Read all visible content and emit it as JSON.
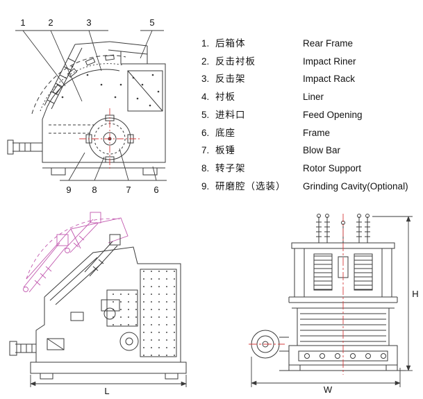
{
  "parts_list": {
    "items": [
      {
        "num": "1.",
        "cn": "后箱体",
        "en": "Rear Frame"
      },
      {
        "num": "2.",
        "cn": "反击衬板",
        "en": "Impact Riner"
      },
      {
        "num": "3.",
        "cn": "反击架",
        "en": "Impact Rack"
      },
      {
        "num": "4.",
        "cn": "衬板",
        "en": "Liner"
      },
      {
        "num": "5.",
        "cn": "进料口",
        "en": "Feed Opening"
      },
      {
        "num": "6.",
        "cn": "底座",
        "en": "Frame"
      },
      {
        "num": "7.",
        "cn": "板锤",
        "en": "Blow Bar"
      },
      {
        "num": "8.",
        "cn": "转子架",
        "en": "Rotor Support"
      },
      {
        "num": "9.",
        "cn": "研磨腔（选装）",
        "en": "Grinding Cavity(Optional)"
      }
    ]
  },
  "cross_section": {
    "callouts_top": [
      "1",
      "2",
      "3",
      "5"
    ],
    "callouts_bottom": [
      "9",
      "8",
      "7",
      "6"
    ]
  },
  "side_view": {
    "dim_length": "L"
  },
  "front_view": {
    "dim_width": "W",
    "dim_height": "H"
  },
  "colors": {
    "line": "#3a3a3a",
    "phantom": "#c157ae",
    "centerline": "#d43c3c"
  }
}
